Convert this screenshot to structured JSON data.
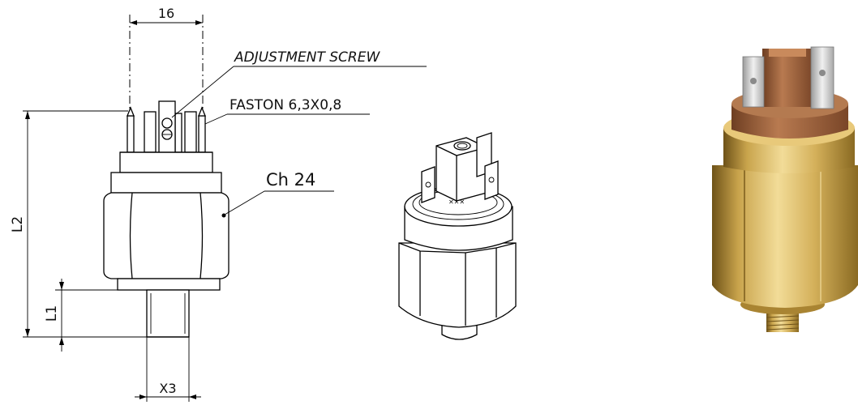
{
  "labels": {
    "width_dim": "16",
    "adjustment_screw": "ADJUSTMENT SCREW",
    "faston": "FASTON 6,3X0,8",
    "hex": "Ch 24",
    "l2": "L2",
    "l1": "L1",
    "x3": "X3"
  },
  "colors": {
    "line": "#000000",
    "brass_light": "#e8c97a",
    "brass_mid": "#c9a44c",
    "brass_dark": "#8a6a22",
    "terminal_block": "#a86a42",
    "metal_terminal": "#d0d0d0"
  }
}
